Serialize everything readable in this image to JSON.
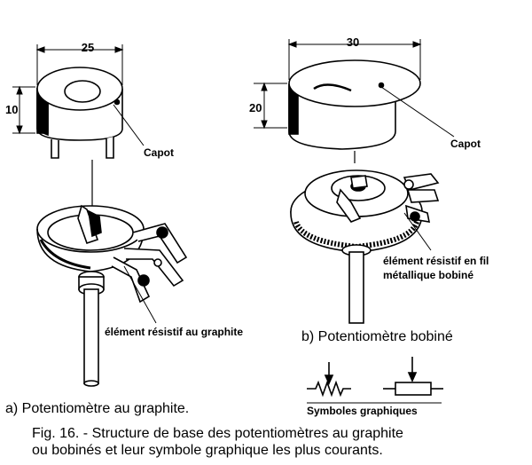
{
  "pot_a": {
    "dim_width": "25",
    "dim_height": "10",
    "capot_label": "Capot",
    "element_label": "élément résistif au graphite",
    "subtitle": "a)  Potentiomètre au graphite."
  },
  "pot_b": {
    "dim_width": "30",
    "dim_height": "20",
    "capot_label": "Capot",
    "element_label_line1": "élément résistif en fil",
    "element_label_line2": "métallique bobiné",
    "subtitle": "b) Potentiomètre bobiné"
  },
  "symbols": {
    "label": "Symboles graphiques"
  },
  "caption": {
    "line1": "Fig. 16. - Structure de base des potentiomètres au graphite",
    "line2": "ou bobinés et leur symbole graphique les plus courants."
  }
}
